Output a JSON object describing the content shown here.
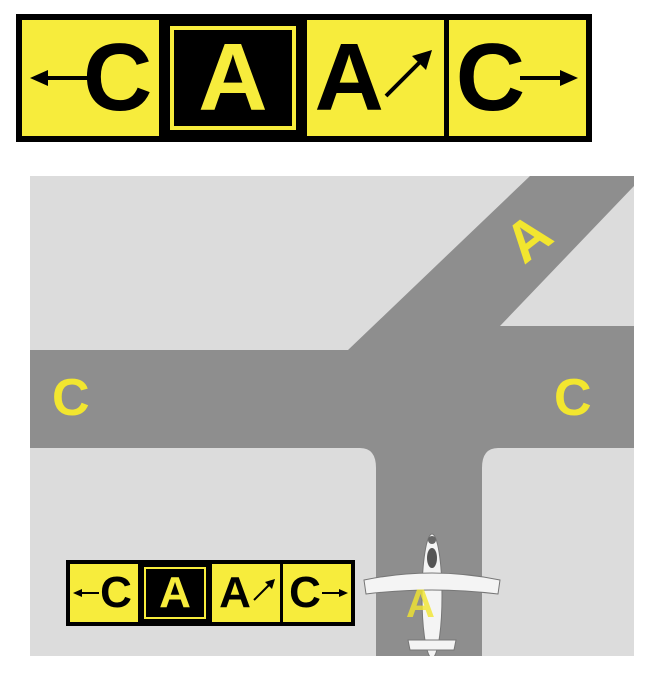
{
  "sign_large": {
    "panels": [
      {
        "letter": "C",
        "arrow": "left",
        "type": "direction"
      },
      {
        "letter": "A",
        "arrow": "",
        "type": "location"
      },
      {
        "letter": "A",
        "arrow": "up-right",
        "type": "direction"
      },
      {
        "letter": "C",
        "arrow": "right",
        "type": "direction"
      }
    ]
  },
  "sign_small": {
    "panels": [
      {
        "letter": "C",
        "arrow": "left",
        "type": "direction"
      },
      {
        "letter": "A",
        "arrow": "",
        "type": "location"
      },
      {
        "letter": "A",
        "arrow": "up-right",
        "type": "direction"
      },
      {
        "letter": "C",
        "arrow": "right",
        "type": "direction"
      }
    ]
  },
  "pavement": {
    "left_marking": "C",
    "right_marking": "C",
    "upper_right_marking": "A",
    "bottom_marking": "A"
  },
  "colors": {
    "sign_yellow": "#f7ec3c",
    "sign_black": "#000000",
    "ground": "#dcdcdc",
    "taxiway": "#8e8e8e",
    "marking_yellow": "#f2e62f"
  }
}
